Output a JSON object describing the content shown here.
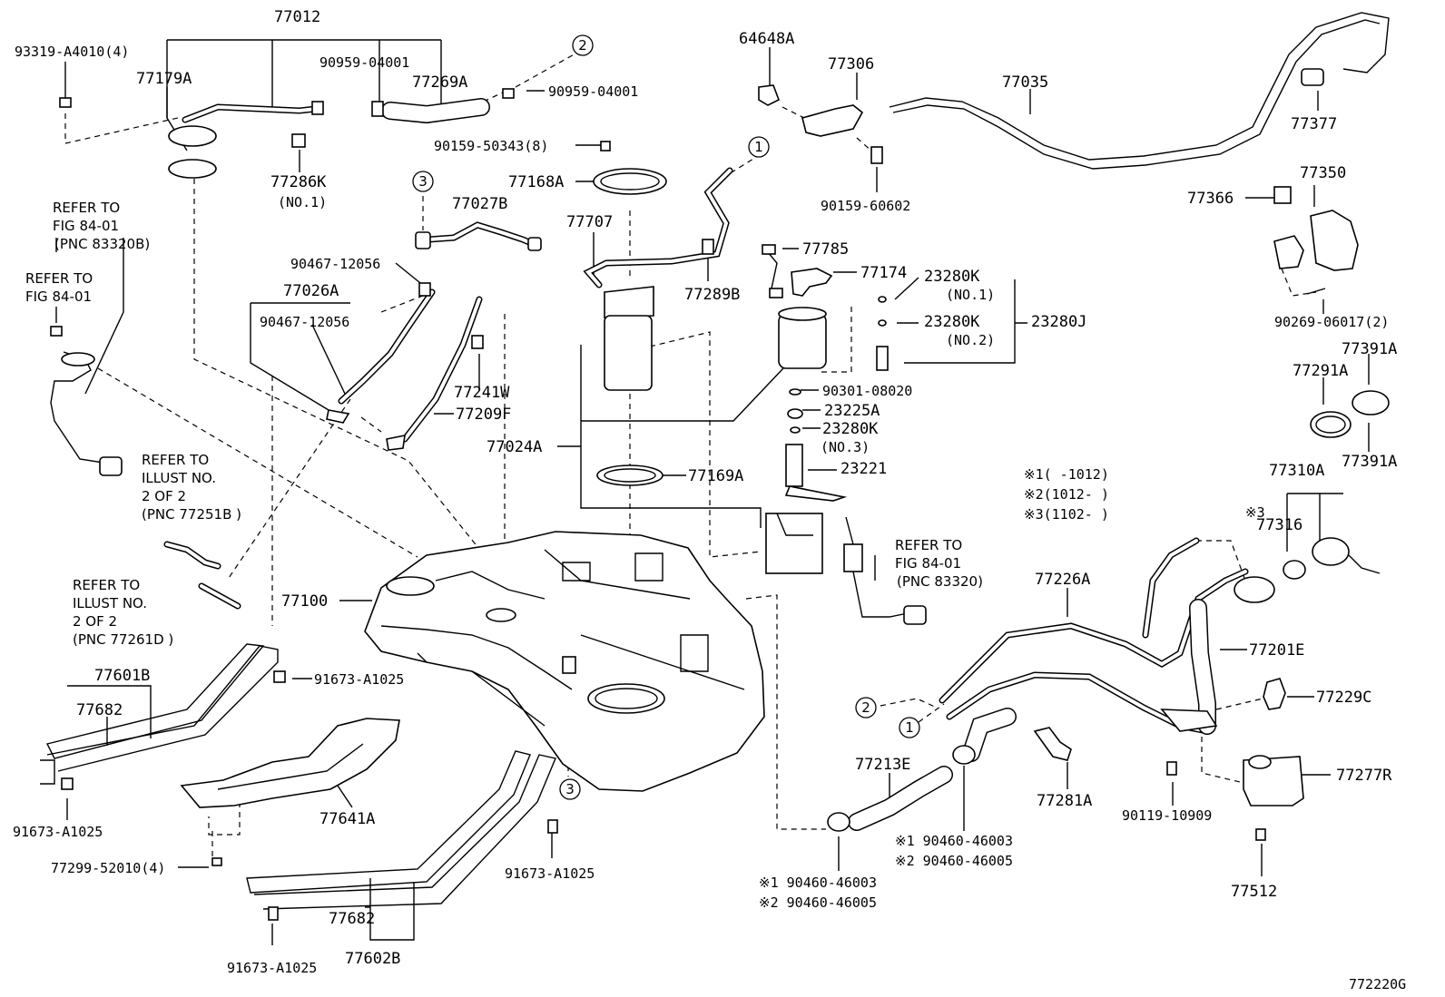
{
  "labels": {
    "p77012": "77012",
    "p93319": "93319-A4010(4)",
    "p77179A": "77179A",
    "p90959a": "90959-04001",
    "p77269A": "77269A",
    "p90959b": "90959-04001",
    "p64648A": "64648A",
    "p77306": "77306",
    "p77035": "77035",
    "p77377": "77377",
    "p90159_50343": "90159-50343(8)",
    "p77168A": "77168A",
    "p77286K": "77286K",
    "p77286K_sub": "(NO.1)",
    "p77027B": "77027B",
    "p77707": "77707",
    "p90159_60602": "90159-60602",
    "p77350": "77350",
    "p77366": "77366",
    "p77785": "77785",
    "p77174": "77174",
    "p23280K_1": "23280K",
    "p23280K_1_sub": "(NO.1)",
    "p23280K_2": "23280K",
    "p23280K_2_sub": "(NO.2)",
    "p23280J": "23280J",
    "p90467a": "90467-12056",
    "p77026A": "77026A",
    "p90467b": "90467-12056",
    "p77289B": "77289B",
    "p90269": "90269-06017(2)",
    "p77391A_top": "77391A",
    "p77291A": "77291A",
    "p77391A_bot": "77391A",
    "p77241W": "77241W",
    "p77209F": "77209F",
    "p90301": "90301-08020",
    "p23225A": "23225A",
    "p23280K_3": "23280K",
    "p23280K_3_sub": "(NO.3)",
    "p23221": "23221",
    "p77024A": "77024A",
    "p77169A": "77169A",
    "p77310A": "77310A",
    "p77316": "77316",
    "p77316_mark": "※3",
    "p77100": "77100",
    "p77226A": "77226A",
    "p77201E": "77201E",
    "p77229C": "77229C",
    "p91673_a": "91673-A1025",
    "p77601B": "77601B",
    "p77682_a": "77682",
    "p91673_b": "91673-A1025",
    "p77641A": "77641A",
    "p77299": "77299-52010(4)",
    "p91673_c": "91673-A1025",
    "p77682_b": "77682",
    "p91673_d": "91673-A1025",
    "p77602B": "77602B",
    "p77213E": "77213E",
    "p90460_s1a": "※1 90460-46003",
    "p90460_s2a": "※2 90460-46005",
    "p90460_s1b": "※1 90460-46003",
    "p90460_s2b": "※2 90460-46005",
    "p77281A": "77281A",
    "p90119": "90119-10909",
    "p77277R": "77277R",
    "p77512": "77512",
    "fig_code": "772220G"
  },
  "notes": {
    "n1": "※1(   -1012)",
    "n2": "※2(1012-   )",
    "n3": "※3(1102-   )"
  },
  "refs": {
    "ref_a": [
      "REFER TO",
      "FIG 84-01",
      "(PNC 83320B)"
    ],
    "ref_b": [
      "REFER TO",
      "FIG 84-01"
    ],
    "ref_c": [
      "REFER TO",
      "ILLUST NO.",
      "2 OF 2",
      "(PNC 77251B )"
    ],
    "ref_d": [
      "REFER TO",
      "ILLUST NO.",
      "2 OF 2",
      "(PNC 77261D )"
    ],
    "ref_e": [
      "REFER TO",
      "FIG 84-01",
      "(PNC 83320)"
    ]
  },
  "circled_markers": {
    "m1_top": "1",
    "m2_top": "2",
    "m3_top": "3",
    "m3_bot": "3",
    "m2_bot": "2",
    "m1_bot": "1"
  }
}
